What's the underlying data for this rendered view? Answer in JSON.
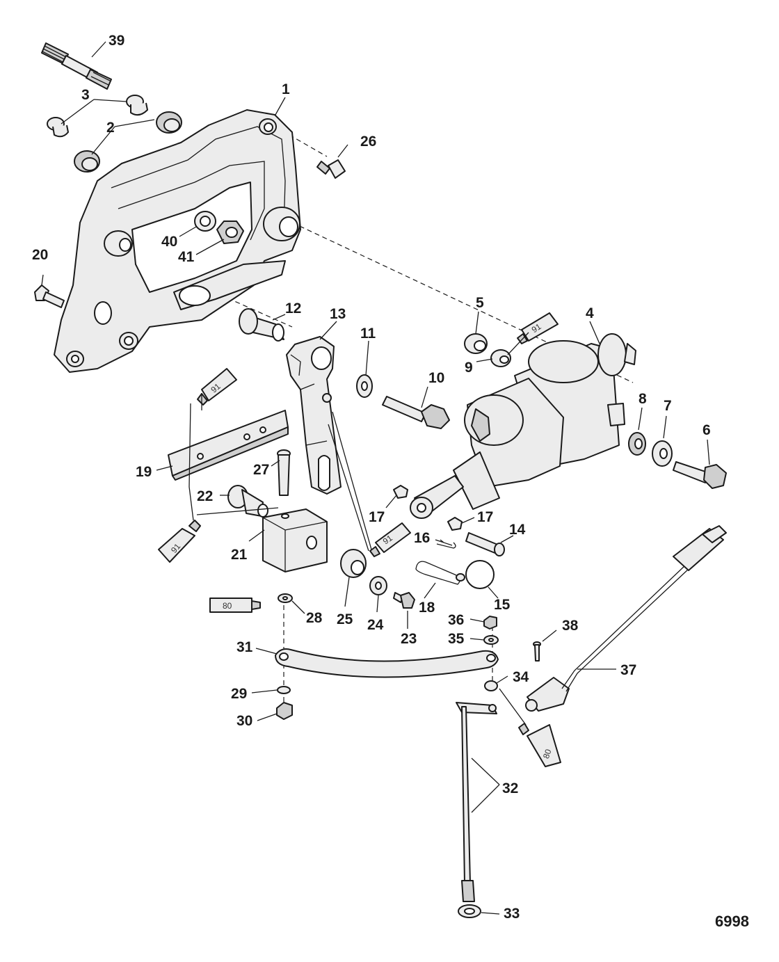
{
  "figure": {
    "id": "6998"
  },
  "callouts": [
    {
      "n": "1"
    },
    {
      "n": "2"
    },
    {
      "n": "3"
    },
    {
      "n": "4"
    },
    {
      "n": "5"
    },
    {
      "n": "6"
    },
    {
      "n": "7"
    },
    {
      "n": "8"
    },
    {
      "n": "9"
    },
    {
      "n": "10"
    },
    {
      "n": "11"
    },
    {
      "n": "12"
    },
    {
      "n": "13"
    },
    {
      "n": "14"
    },
    {
      "n": "15"
    },
    {
      "n": "16"
    },
    {
      "n": "17"
    },
    {
      "n": "17"
    },
    {
      "n": "18"
    },
    {
      "n": "19"
    },
    {
      "n": "20"
    },
    {
      "n": "21"
    },
    {
      "n": "22"
    },
    {
      "n": "23"
    },
    {
      "n": "24"
    },
    {
      "n": "25"
    },
    {
      "n": "26"
    },
    {
      "n": "27"
    },
    {
      "n": "28"
    },
    {
      "n": "29"
    },
    {
      "n": "30"
    },
    {
      "n": "31"
    },
    {
      "n": "32"
    },
    {
      "n": "33"
    },
    {
      "n": "34"
    },
    {
      "n": "35"
    },
    {
      "n": "36"
    },
    {
      "n": "37"
    },
    {
      "n": "38"
    },
    {
      "n": "39"
    },
    {
      "n": "40"
    },
    {
      "n": "41"
    }
  ],
  "sealant_tubes": [
    {
      "label": "91"
    },
    {
      "label": "91"
    },
    {
      "label": "91"
    },
    {
      "label": "91"
    },
    {
      "label": "80"
    },
    {
      "label": "80"
    }
  ]
}
